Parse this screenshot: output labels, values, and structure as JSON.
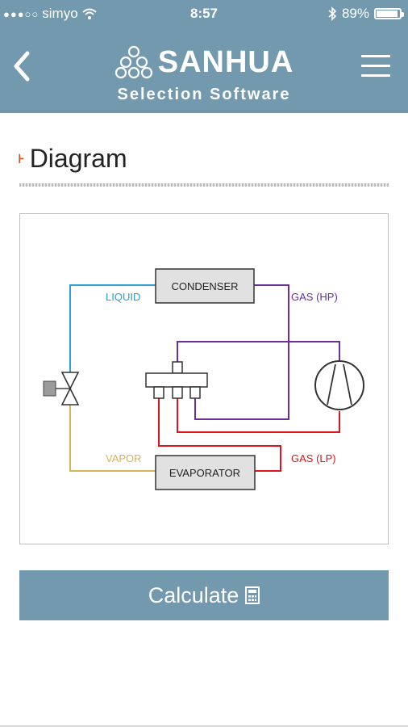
{
  "status_bar": {
    "carrier": "simyo",
    "time": "8:57",
    "battery": "89%"
  },
  "header": {
    "brand": "SANHUA",
    "subtitle": "Selection Software"
  },
  "section": {
    "title": "Diagram"
  },
  "diagram": {
    "condenser": "CONDENSER",
    "evaporator": "EVAPORATOR",
    "liquid": "LIQUID",
    "vapor": "VAPOR",
    "gas_hp": "GAS (HP)",
    "gas_lp": "GAS (LP)",
    "colors": {
      "liquid": "#2a9fd8",
      "vapor": "#d8b358",
      "gas_hp": "#6a2f9a",
      "gas_lp": "#e0151b"
    }
  },
  "actions": {
    "calculate": "Calculate"
  },
  "icons": [
    "back-arrow-icon",
    "hamburger-menu-icon",
    "wifi-icon",
    "bluetooth-icon",
    "battery-icon",
    "calculator-icon",
    "sanhua-flower-logo-icon"
  ]
}
